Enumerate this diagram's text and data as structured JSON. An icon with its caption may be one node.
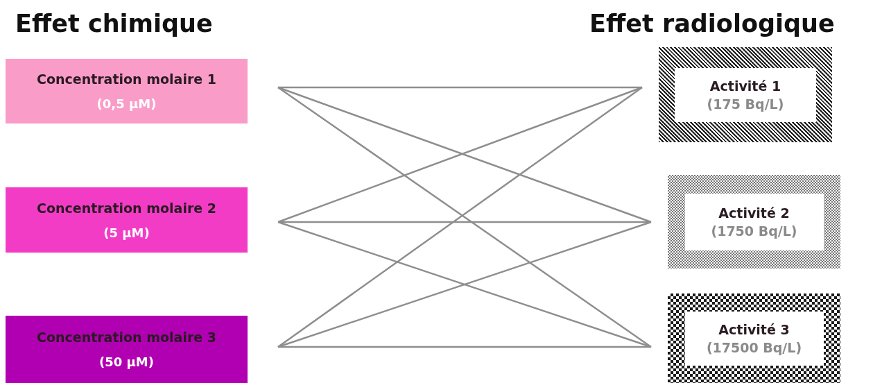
{
  "diagram": {
    "nodes": [
      {
        "text": [
          "Concentration molaire 1",
          "(0,5 µM)"
        ]
      },
      {
        "text": [
          "Concentration molaire 2",
          "(5 µM)"
        ]
      },
      {
        "text": [
          "Concentration molaire 3",
          "(50 µM)"
        ]
      },
      {
        "text": [
          "Activité 1",
          "(175 Bq/L)"
        ]
      },
      {
        "text": [
          "Activité 2",
          "(1750 Bq/L)"
        ]
      },
      {
        "text": [
          "Activité 3",
          "(17500 Bq/L)"
        ]
      }
    ],
    "edges": [
      {
        "from": 0,
        "to": 3,
        "arrow": "none"
      },
      {
        "from": 0,
        "to": 4,
        "arrow": "none"
      },
      {
        "from": 0,
        "to": 5,
        "arrow": "none"
      },
      {
        "from": 1,
        "to": 3,
        "arrow": "none"
      },
      {
        "from": 1,
        "to": 4,
        "arrow": "none"
      },
      {
        "from": 1,
        "to": 5,
        "arrow": "none"
      },
      {
        "from": 2,
        "to": 3,
        "arrow": "none"
      },
      {
        "from": 2,
        "to": 4,
        "arrow": "none"
      },
      {
        "from": 2,
        "to": 5,
        "arrow": "none"
      }
    ],
    "labels": [
      "Effet chimique",
      "Effet radiologique"
    ]
  }
}
